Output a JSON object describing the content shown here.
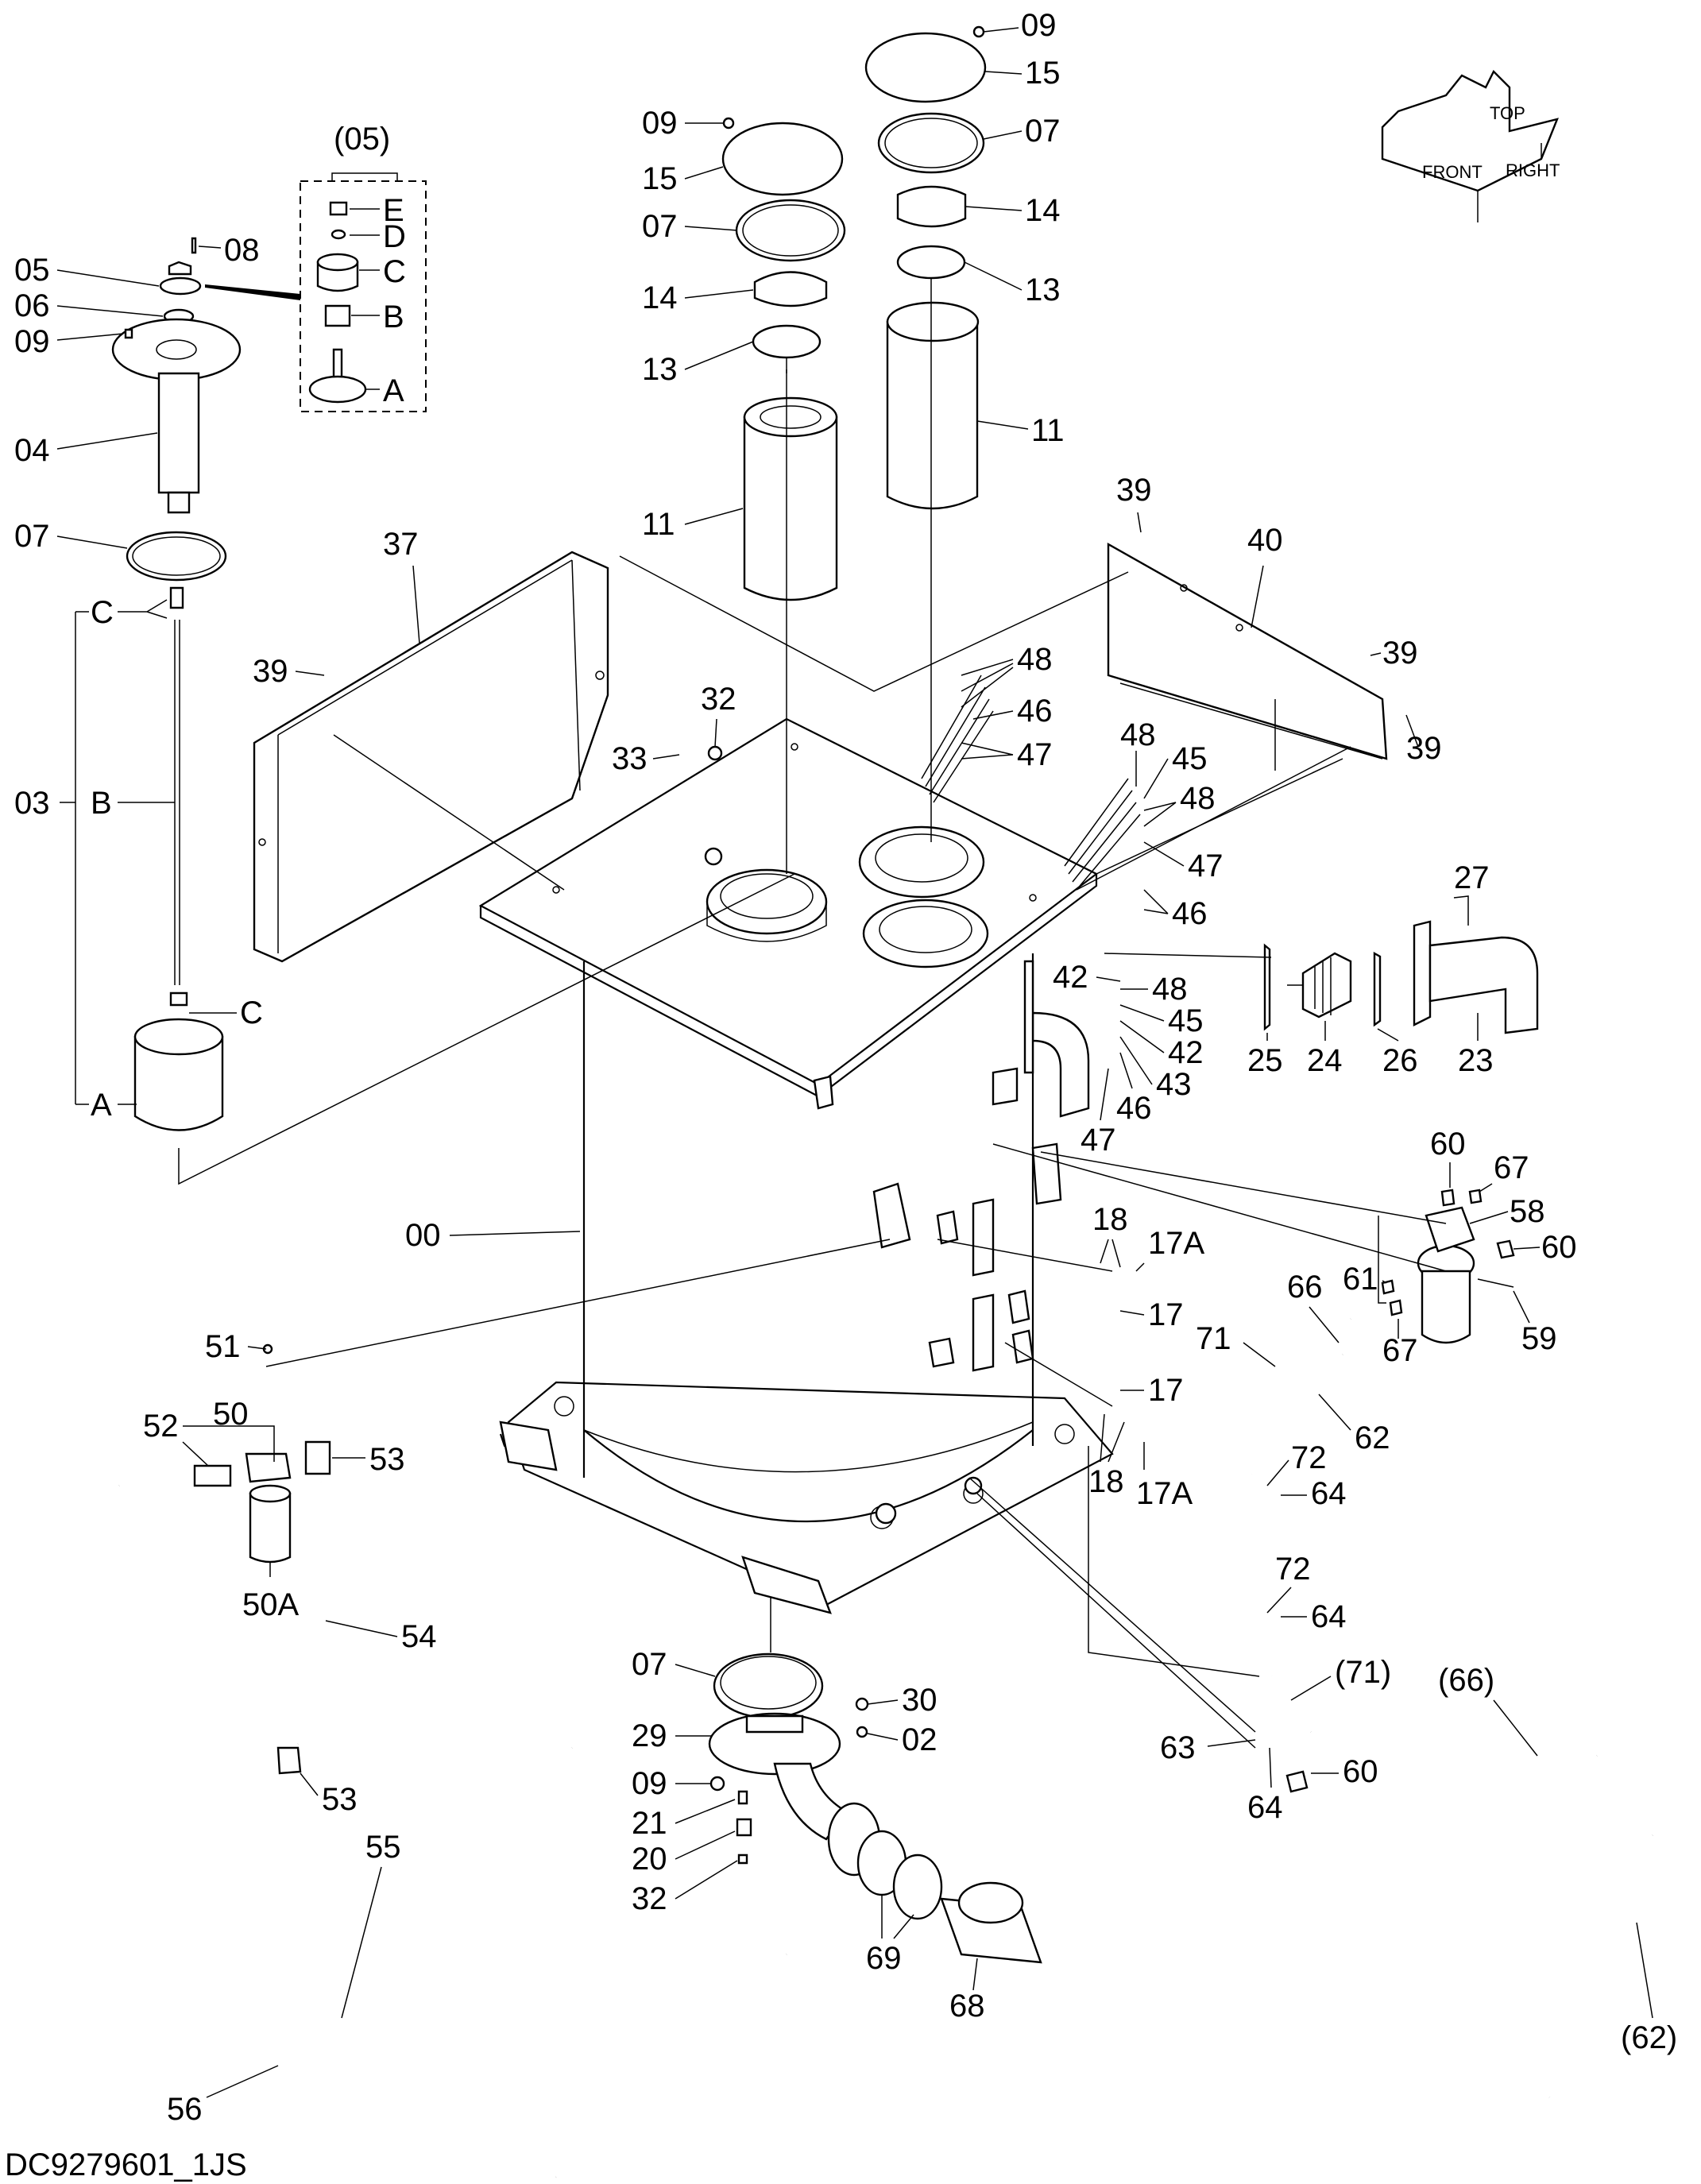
{
  "document_code": "DC9279601_1JS",
  "orientation": {
    "front": "FRONT",
    "top": "TOP",
    "right": "RIGHT"
  },
  "kit_labels": {
    "group": "(05)",
    "items": [
      "E",
      "D",
      "C",
      "B",
      "A"
    ]
  },
  "rod_labels": {
    "group": "03",
    "items": [
      "C",
      "B",
      "C",
      "A"
    ]
  },
  "callouts": [
    "09",
    "15",
    "07",
    "14",
    "13",
    "11",
    "09",
    "15",
    "07",
    "14",
    "13",
    "11",
    "05",
    "06",
    "08",
    "09",
    "04",
    "07",
    "37",
    "39",
    "39",
    "40",
    "39",
    "39",
    "48",
    "46",
    "47",
    "32",
    "33",
    "48",
    "45",
    "48",
    "47",
    "46",
    "27",
    "42",
    "48",
    "45",
    "42",
    "43",
    "46",
    "47",
    "25",
    "24",
    "26",
    "23",
    "60",
    "67",
    "58",
    "60",
    "61",
    "67",
    "59",
    "66",
    "71",
    "62",
    "00",
    "18",
    "17A",
    "17",
    "17",
    "18",
    "17A",
    "51",
    "50",
    "52",
    "53",
    "50A",
    "54",
    "53",
    "72",
    "64",
    "72",
    "64",
    "(71)",
    "63",
    "64",
    "60",
    "(66)",
    "(62)",
    "07",
    "30",
    "02",
    "29",
    "09",
    "21",
    "20",
    "32",
    "69",
    "68",
    "55",
    "56"
  ]
}
